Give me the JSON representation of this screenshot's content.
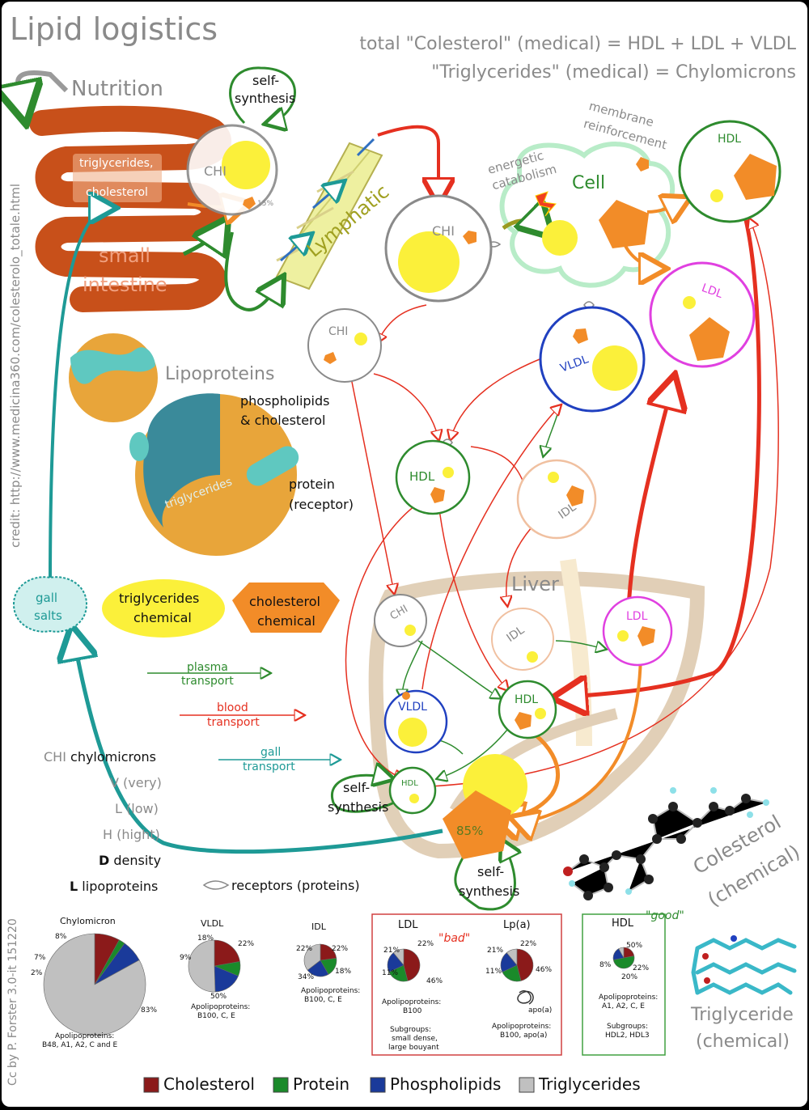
{
  "header": {
    "title": "Lipid logistics",
    "line1": "total \"Colesterol\" (medical) = HDL + LDL + VLDL",
    "line2": "\"Triglycerides\" (medical) = Chylomicrons"
  },
  "credit": "credit: http://www.medicina360.com/colesterolo_totale.html",
  "license": "Cc by P. Forster 3.0-it 151220",
  "labels": {
    "nutrition": "Nutrition",
    "triglycerides_tag": "triglycerides,",
    "cholesterol_tag": "cholesterol",
    "small_intestine_1": "small",
    "small_intestine_2": "intestine",
    "self_synthesis_1": "self-",
    "self_synthesis_2": "synthesis",
    "lymphatic": "Lymphatic",
    "energetic_1": "energetic",
    "energetic_2": "catabolism",
    "membrane_1": "membrane",
    "membrane_2": "reinforcement",
    "cell": "Cell",
    "liver": "Liver",
    "lipoproteins": "Lipoproteins",
    "phospholipids_1": "phospholipids",
    "phospholipids_2": "& cholesterol",
    "protein_1": "protein",
    "protein_2": "(receptor)",
    "triglycerides_inner": "triglycerides",
    "gall_1": "gall",
    "gall_2": "salts",
    "tg_chem_1": "triglycerides",
    "tg_chem_2": "chemical",
    "ch_chem_1": "cholesterol",
    "ch_chem_2": "chemical",
    "plasma_1": "plasma",
    "plasma_2": "transport",
    "blood_1": "blood",
    "blood_2": "transport",
    "gallt_1": "gall",
    "gallt_2": "transport",
    "receptors": "receptors (proteins)",
    "pct15": "15%",
    "pct85": "85%",
    "colesterol_1": "Colesterol",
    "colesterol_2": "(chemical)",
    "triglyceride_1": "Triglyceride",
    "triglyceride_2": "(chemical)"
  },
  "particles": {
    "chi": "CHI",
    "hdl": "HDL",
    "ldl": "LDL",
    "vldl": "VLDL",
    "idl": "IDL"
  },
  "glossary": [
    {
      "abbr": "CHI",
      "word": "chylomicrons"
    },
    {
      "abbr": "V",
      "word": "(very)"
    },
    {
      "abbr": "L",
      "word": "(low)"
    },
    {
      "abbr": "H",
      "word": "(hight)"
    },
    {
      "abbr": "D",
      "word": "density"
    },
    {
      "abbr": "L",
      "word": "lipoproteins"
    }
  ],
  "composition": {
    "colors": {
      "cholesterol": "#8b1a1a",
      "protein": "#1a8a2a",
      "phospholipids": "#1a3a9a",
      "triglycerides": "#c0c0c0"
    },
    "legend": [
      "Cholesterol",
      "Protein",
      "Phospholipids",
      "Triglycerides"
    ],
    "bad": "\"bad\"",
    "good": "\"good\"",
    "charts": [
      {
        "name": "Chylomicron",
        "pcts": [
          8,
          2,
          7,
          83
        ],
        "labels": [
          "8%",
          "2%",
          "7%",
          "83%"
        ],
        "apo_1": "Apolipoproteins:",
        "apo_2": "B48, A1, A2, C and E"
      },
      {
        "name": "VLDL",
        "pcts": [
          22,
          9,
          18,
          50
        ],
        "labels": [
          "22%",
          "9%",
          "18%",
          "50%"
        ],
        "apo_1": "Apolipoproteins:",
        "apo_2": "B100, C, E"
      },
      {
        "name": "IDL",
        "pcts": [
          22,
          18,
          22,
          34
        ],
        "labels": [
          "22%",
          "18%",
          "22%",
          "34%"
        ],
        "apo_1": "Apolipoproteins:",
        "apo_2": "B100, C, E"
      },
      {
        "name": "LDL",
        "pcts": [
          46,
          22,
          21,
          11
        ],
        "labels": [
          "46%",
          "22%",
          "21%",
          "11%"
        ],
        "apo_1": "Apolipoproteins:",
        "apo_2": "B100",
        "sub_1": "Subgroups:",
        "sub_2": "small dense,",
        "sub_3": "large bouyant"
      },
      {
        "name": "Lp(a)",
        "pcts": [
          46,
          22,
          21,
          11
        ],
        "labels": [
          "46%",
          "22%",
          "21%",
          "11%"
        ],
        "apo_1": "Apolipoproteins:",
        "apo_2": "B100, apo(a)",
        "extra": "apo(a)"
      },
      {
        "name": "HDL",
        "pcts": [
          22,
          50,
          20,
          8
        ],
        "labels": [
          "22%",
          "50%",
          "20%",
          "8%"
        ],
        "apo_1": "Apolipoproteins:",
        "apo_2": "A1, A2, C, E",
        "sub_1": "Subgroups:",
        "sub_2": "HDL2, HDL3"
      }
    ]
  }
}
